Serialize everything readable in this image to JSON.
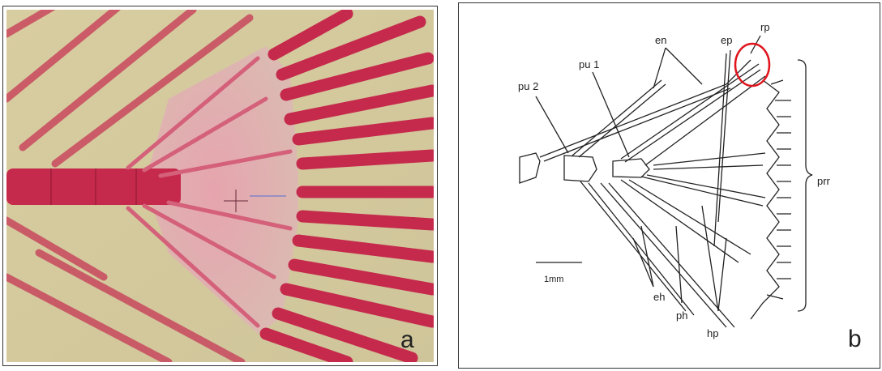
{
  "panel_a": {
    "letter": "a"
  },
  "panel_b": {
    "letter": "b",
    "labels": {
      "en": "en",
      "ep": "ep",
      "rp": "rp",
      "pu1": "pu 1",
      "pu2": "pu 2",
      "prr": "prr",
      "scale": "1mm",
      "eh": "eh",
      "ph": "ph",
      "hp": "hp"
    },
    "highlight_color": "#e0141c"
  },
  "colors": {
    "bone_red": "#c42a4a",
    "background_tan": "#d9cfa6",
    "cartilage_pink": "#e8a8b0"
  }
}
